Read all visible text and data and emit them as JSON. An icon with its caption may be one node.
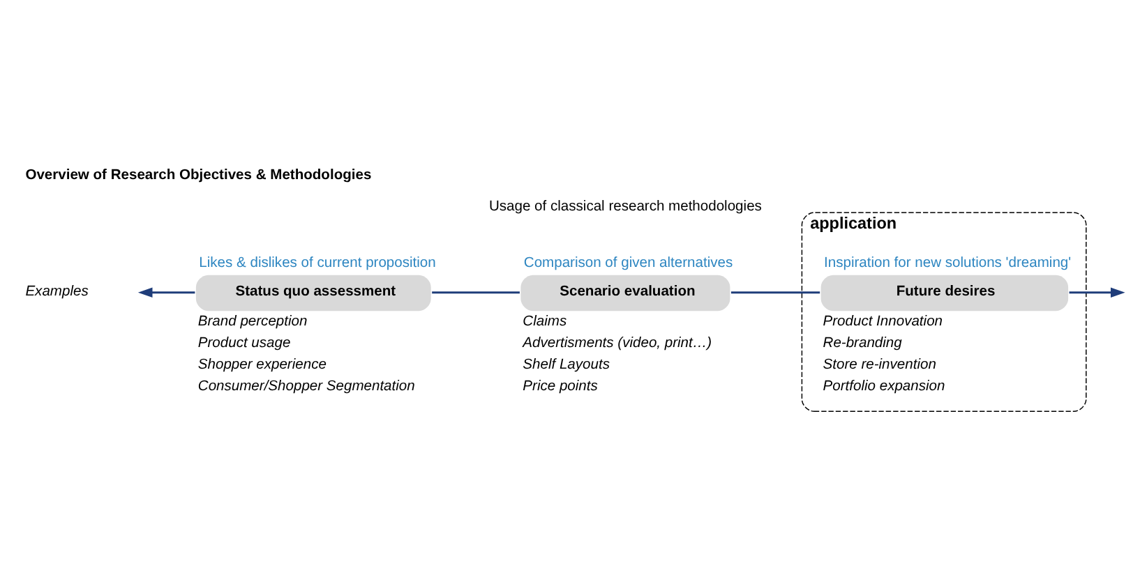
{
  "diagram": {
    "title": "Overview of Research Objectives & Methodologies",
    "nodes": [
      {
        "text": [
          "Status quo assessment"
        ],
        "beside": [
          "Likes & dislikes of current proposition",
          "Brand perception",
          "Product usage",
          "Shopper experience",
          "Consumer/Shopper Segmentation"
        ]
      },
      {
        "text": [
          "Scenario evaluation"
        ],
        "beside": [
          "Comparison of given alternatives",
          "Claims",
          "Advertisments (video, print…)",
          "Shelf Layouts",
          "Price points"
        ]
      },
      {
        "text": [
          "application"
        ]
      },
      {
        "text": [
          "Future desires"
        ],
        "in": 2,
        "beside": [
          "Inspiration for new solutions 'dreaming'",
          "Product Innovation",
          "Re-branding",
          "Store re-invention",
          "Portfolio expansion"
        ]
      }
    ],
    "edges": [
      {
        "from": 0,
        "to": null,
        "arrow": "to",
        "color": "#1f3d7a"
      },
      {
        "from": 0,
        "to": 1,
        "arrow": "none",
        "color": "#1f3d7a"
      },
      {
        "from": 1,
        "to": 3,
        "arrow": "none",
        "color": "#1f3d7a"
      },
      {
        "from": 3,
        "to": null,
        "arrow": "to",
        "color": "#1f3d7a"
      }
    ],
    "labels": [
      "Examples",
      "Usage of classical research methodologies"
    ]
  }
}
